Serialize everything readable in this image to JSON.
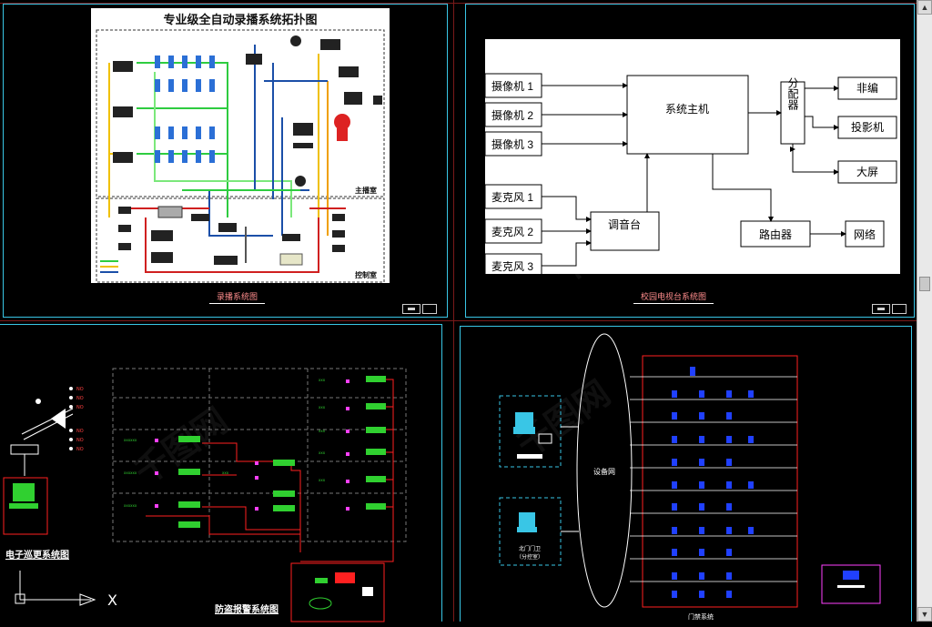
{
  "viewports": {
    "top_left": {
      "title": "专业级全自动录播系统拓扑图",
      "caption": "录播系统图",
      "zones": [
        "主播室",
        "控制室"
      ]
    },
    "top_right": {
      "caption": "校园电视台系统图",
      "inputs": [
        "摄像机 1",
        "摄像机 2",
        "摄像机 3",
        "麦克风 1",
        "麦克风 2",
        "麦克风 3"
      ],
      "main_host": "系统主机",
      "mixer": "调音台",
      "distributor": "分配器",
      "router": "路由器",
      "outputs": [
        "非编",
        "投影机",
        "大屏"
      ],
      "network": "网络"
    },
    "bottom_left": {
      "caption_monitor": "电子巡更系统图",
      "caption_alarm": "防盗报警系统图"
    },
    "bottom_right": {
      "network_label": "设备网",
      "gate_label": "北门门卫",
      "gate_sub": "（分控室）",
      "bottom_caption": "门禁系统"
    }
  },
  "ucs": {
    "x_label": "X"
  },
  "colors": {
    "frame": "#39c6e6",
    "red_border": "#7a1a1a",
    "caption": "#ff8d8d",
    "cad_red": "#ff2020",
    "cad_blue": "#2040ff",
    "cad_magenta": "#ff40ff",
    "cad_green": "#30d030"
  }
}
